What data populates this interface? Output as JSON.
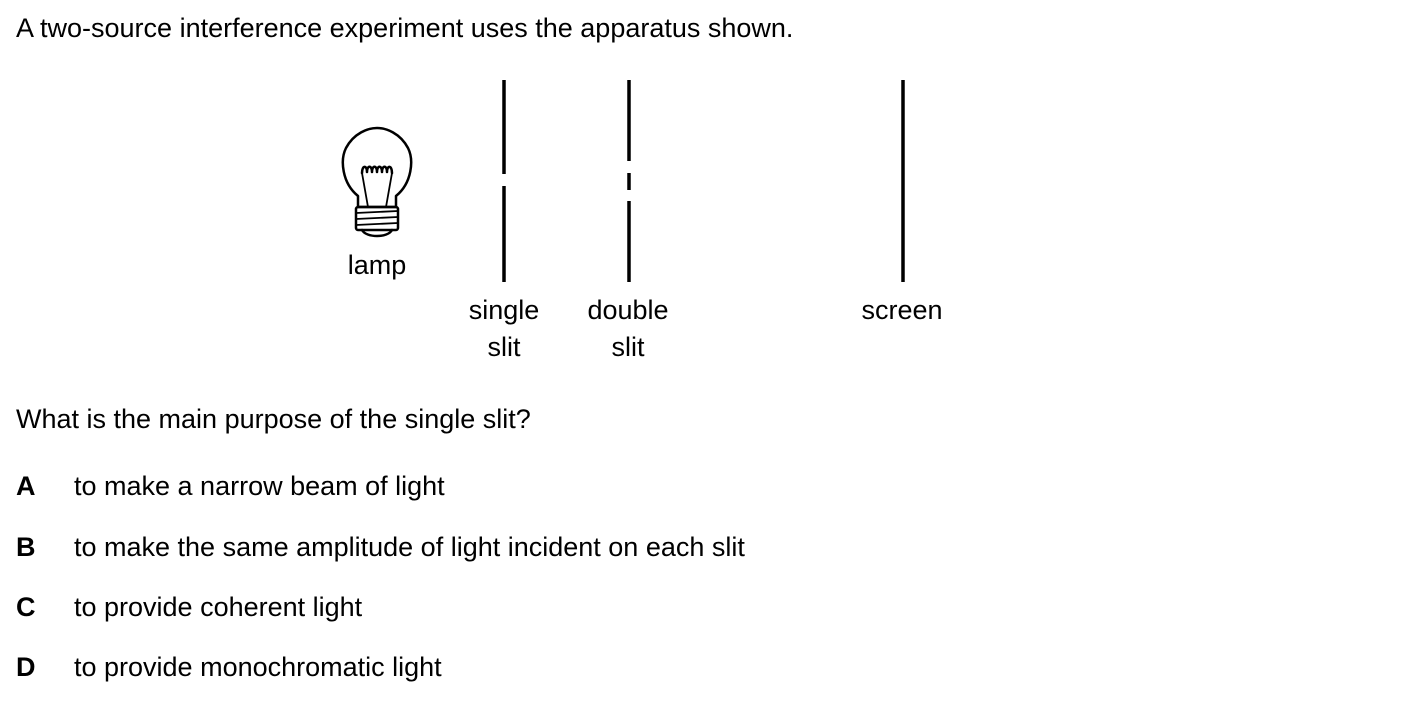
{
  "intro": "A two-source interference experiment uses the apparatus shown.",
  "diagram": {
    "lamp_label": "lamp",
    "single_slit_label": [
      "single",
      "slit"
    ],
    "double_slit_label": [
      "double",
      "slit"
    ],
    "screen_label": "screen"
  },
  "question": "What is the main purpose of the single slit?",
  "options": [
    {
      "letter": "A",
      "text": "to make a narrow beam of light"
    },
    {
      "letter": "B",
      "text": "to make the same amplitude of light incident on each slit"
    },
    {
      "letter": "C",
      "text": "to provide coherent light"
    },
    {
      "letter": "D",
      "text": "to provide monochromatic light"
    }
  ]
}
